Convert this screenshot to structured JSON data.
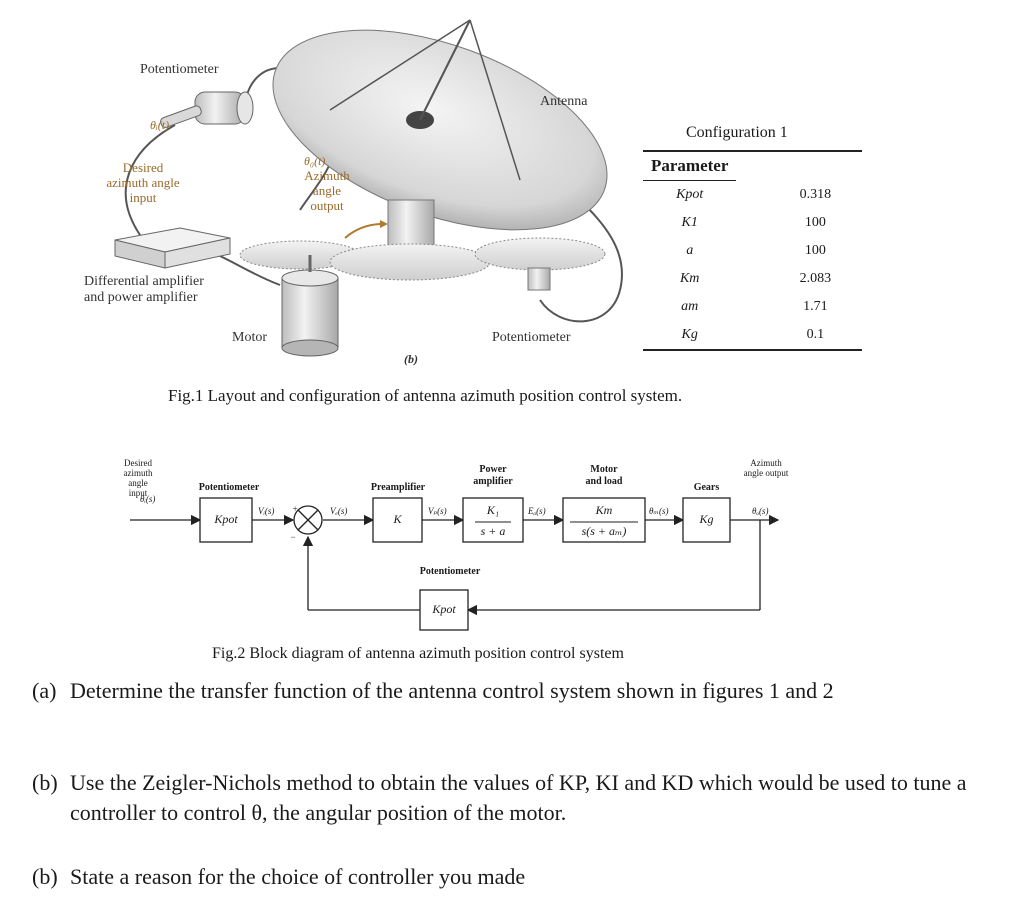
{
  "fig1": {
    "labels": {
      "potentiometer_top": "Potentiometer",
      "theta_i": "θᵢ(t)",
      "desired_input": "Desired\nazimuth angle\ninput",
      "theta_o": "θ₀(t)",
      "azimuth_output": "Azimuth\nangle\noutput",
      "antenna": "Antenna",
      "diff_amp": "Differential amplifier\nand power amplifier",
      "motor": "Motor",
      "potentiometer_bottom": "Potentiometer",
      "panel_tag": "(b)"
    },
    "config_title": "Configuration 1",
    "table": {
      "header": "Parameter",
      "rows": [
        {
          "param": "Kpot",
          "value": "0.318"
        },
        {
          "param": "K1",
          "value": "100"
        },
        {
          "param": "a",
          "value": "100"
        },
        {
          "param": "Km",
          "value": "2.083"
        },
        {
          "param": "am",
          "value": "1.71"
        },
        {
          "param": "Kg",
          "value": "0.1"
        }
      ]
    },
    "caption": "Fig.1 Layout and configuration of antenna azimuth position control system."
  },
  "fig2": {
    "labels": {
      "desired_input": "Desired\nazimuth\nangle input",
      "theta_i_s": "θᵢ(s)",
      "potentiometer": "Potentiometer",
      "vi": "Vᵢ(s)",
      "plus": "+",
      "minus": "−",
      "ve": "Vₑ(s)",
      "preamplifier": "Preamplifier",
      "vp": "Vₚ(s)",
      "power_amplifier": "Power\namplifier",
      "ea": "Eₐ(s)",
      "motor_load": "Motor\nand load",
      "theta_m": "θₘ(s)",
      "gears": "Gears",
      "azimuth_output": "Azimuth\nangle output",
      "theta_o_s": "θₒ(s)",
      "feedback_pot": "Potentiometer"
    },
    "blocks": {
      "kpot": "Kpot",
      "k": "K",
      "power_num": "K₁",
      "power_den": "s + a",
      "motor_num": "Km",
      "motor_den": "s(s + aₘ)",
      "gears": "Kg",
      "feedback": "Kpot"
    },
    "caption": "Fig.2 Block diagram of antenna azimuth position control system"
  },
  "questions": [
    {
      "tag": "(a)",
      "text": "Determine the transfer function of the  antenna control system shown in figures 1 and 2"
    },
    {
      "tag": "(b)",
      "text": "Use the Zeigler-Nichols method to obtain the values of KP, KI and KD which would be used to tune a controller to control θ, the angular position of the motor."
    },
    {
      "tag": "(b)",
      "text": "State a reason for the choice of controller you made"
    }
  ]
}
